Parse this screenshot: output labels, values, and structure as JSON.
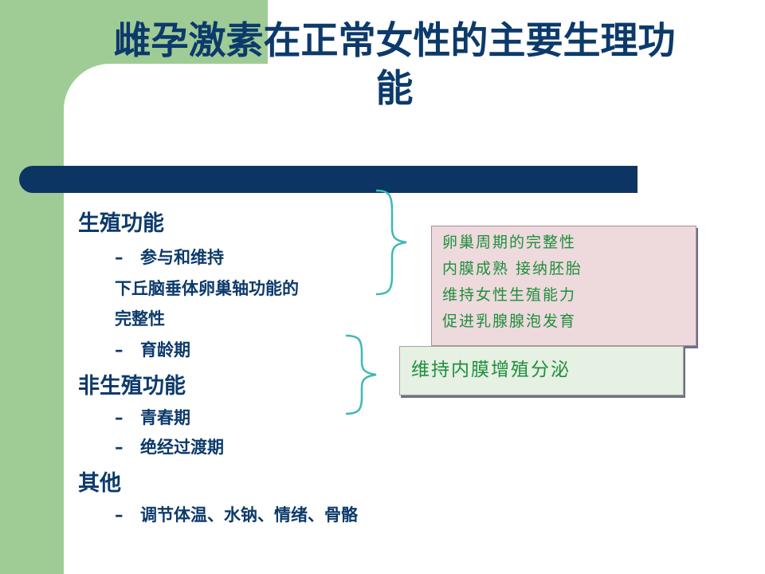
{
  "slide": {
    "title_line1": "雌孕激素在正常女性的主要生理功",
    "title_line2": "能"
  },
  "outline": {
    "reproductive": {
      "heading": "生殖功能",
      "item1_dash": "–",
      "item1": "参与和维持",
      "item1_cont1": "下丘脑垂体卵巢轴功能的",
      "item1_cont2": "完整性",
      "item2_dash": "–",
      "item2": "育龄期"
    },
    "non_reproductive": {
      "heading": "非生殖功能",
      "item1_dash": "–",
      "item1": "青春期",
      "item2_dash": "–",
      "item2": "绝经过渡期"
    },
    "other": {
      "heading": "其他",
      "item1_dash": "–",
      "item1": "调节体温、水钠、情绪、骨骼"
    }
  },
  "pink_box": {
    "lines": [
      "卵巢周期的完整性",
      "内膜成熟 接纳胚胎",
      "维持女性生殖能力",
      "促进乳腺腺泡发育"
    ]
  },
  "green_box": {
    "text": "维持内膜增殖分泌"
  },
  "colors": {
    "green_background": "#9fcc95",
    "navy": "#0c3563",
    "title_text": "#0c3a6b",
    "box_text": "#1d8f3d",
    "brace": "#3fb8b5",
    "pink_box_fill": "#eed9dc",
    "green_box_fill": "#e6f0e3"
  }
}
